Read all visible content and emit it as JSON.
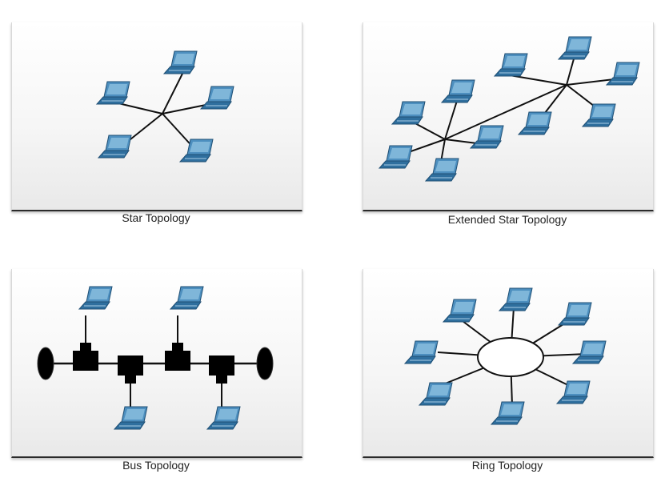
{
  "colors": {
    "laptop_screen": "#4d8fbf",
    "laptop_screen_inner": "#7fb6d9",
    "laptop_base": "#2f6f9e",
    "link": "#111111",
    "terminator": "#000000"
  },
  "icons": {
    "laptop": "laptop-icon",
    "tap": "bus-tap-connector-icon",
    "terminator": "bus-terminator-icon",
    "ring": "ring-hub-icon"
  },
  "panels": {
    "star": {
      "caption": "Star Topology"
    },
    "extended_star": {
      "caption": "Extended Star Topology"
    },
    "bus": {
      "caption": "Bus Topology"
    },
    "ring": {
      "caption": "Ring Topology"
    }
  }
}
